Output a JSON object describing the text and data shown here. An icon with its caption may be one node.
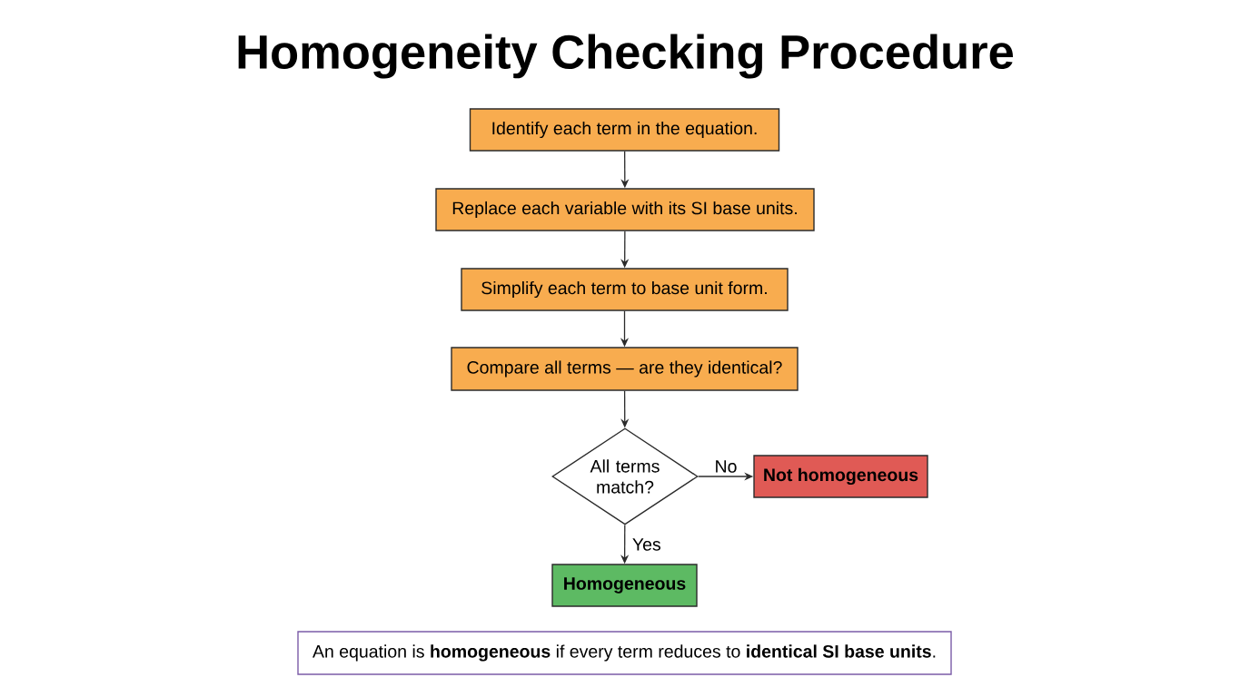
{
  "diagram": {
    "title": "Homogeneity Checking Procedure",
    "nodes": [
      {
        "text": [
          "Identify each term in the equation."
        ]
      },
      {
        "text": [
          "Replace each variable with its SI base units."
        ]
      },
      {
        "text": [
          "Simplify each term to base unit form."
        ]
      },
      {
        "text": [
          "Compare all terms — are they identical?"
        ]
      },
      {
        "text": [
          "All terms match?"
        ]
      },
      {
        "text": [
          "Not homogeneous"
        ]
      },
      {
        "text": [
          "Homogeneous"
        ]
      },
      {
        "text": [
          "An equation is **homogeneous** if every term reduces to **identical SI base units**."
        ]
      }
    ],
    "edges": [
      {
        "from": 0,
        "to": 1,
        "arrow": "to"
      },
      {
        "from": 1,
        "to": 2,
        "arrow": "to"
      },
      {
        "from": 2,
        "to": 3,
        "arrow": "to"
      },
      {
        "from": 3,
        "to": 4,
        "arrow": "to"
      },
      {
        "from": 4,
        "to": 5,
        "arrow": "to",
        "label": "No"
      },
      {
        "from": 4,
        "to": 6,
        "arrow": "to",
        "label": "Yes"
      }
    ]
  }
}
